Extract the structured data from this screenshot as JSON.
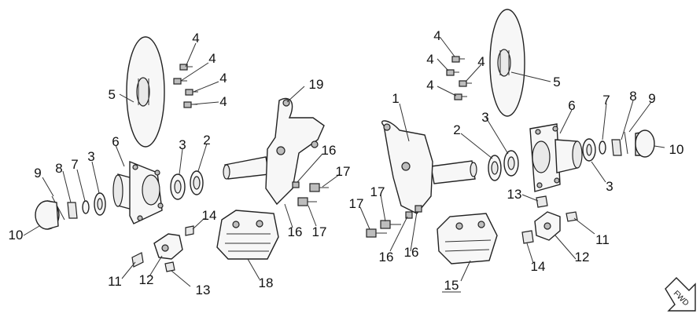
{
  "callouts_left": {
    "c4a": "4",
    "c4b": "4",
    "c4c": "4",
    "c4d": "4",
    "c5": "5",
    "c3a": "3",
    "c2": "2",
    "c6": "6",
    "c19": "19",
    "c16a": "16",
    "c17a": "17",
    "c9": "9",
    "c8": "8",
    "c7": "7",
    "c3b": "3",
    "c14": "14",
    "c10": "10",
    "c11": "11",
    "c12": "12",
    "c16b": "16",
    "c17b": "17",
    "c13": "13",
    "c18": "18"
  },
  "callouts_right": {
    "c4a": "4",
    "c4b": "4",
    "c4c": "4",
    "c4d": "4",
    "c5": "5",
    "c1": "1",
    "c6": "6",
    "c7": "7",
    "c8": "8",
    "c9": "9",
    "c3a": "3",
    "c2": "2",
    "c10": "10",
    "c3b": "3",
    "c17a": "17",
    "c17b": "17",
    "c13": "13",
    "c11": "11",
    "c16a": "16",
    "c16b": "16",
    "c12": "12",
    "c14": "14",
    "c15": "15"
  },
  "direction_badge": {
    "label": "FWD",
    "icon": "arrow-down-right-icon"
  }
}
